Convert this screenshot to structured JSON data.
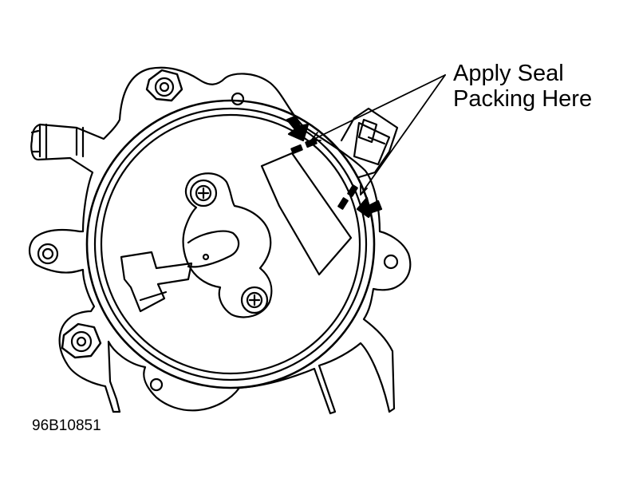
{
  "callout": {
    "line1": "Apply Seal",
    "line2": "Packing Here"
  },
  "figure_id": "96B10851"
}
